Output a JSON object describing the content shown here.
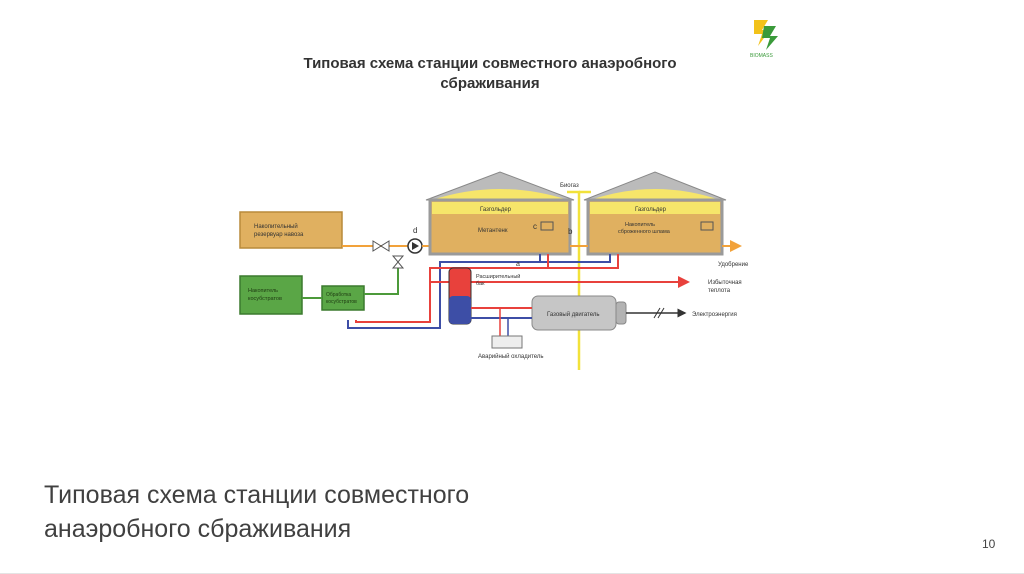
{
  "slide": {
    "diagram_title_line1": "Типовая схема станции совместного анаэробного",
    "diagram_title_line2": "сбраживания",
    "caption_line1": "Типовая схема станции совместного",
    "caption_line2": "анаэробного сбраживания",
    "page_number": "10"
  },
  "logo": {
    "caption": "BIOMASS"
  },
  "diagram": {
    "labels": {
      "manure_reservoir_1": "Накопительный",
      "manure_reservoir_2": "резервуар навоза",
      "cosubstrate_storage_1": "Накопитель",
      "cosubstrate_storage_2": "косубстратов",
      "cosubstrate_treatment_1": "Обработка",
      "cosubstrate_treatment_2": "косубстратов",
      "gasholder_left": "Газгольдер",
      "gasholder_right": "Газгольдер",
      "methane_tank": "Метантенк",
      "sludge_storage_1": "Накопитель",
      "sludge_storage_2": "сброженного шлама",
      "biogas": "Биогаз",
      "expansion_tank_1": "Расширительный",
      "expansion_tank_2": "бак",
      "gas_engine": "Газовый двигатель",
      "emergency_cooler": "Аварийный охладитель",
      "fertilizer": "Удобрение",
      "excess_heat_1": "Избыточная",
      "excess_heat_2": "теплота",
      "electricity": "Электроэнергия",
      "mark_a": "a",
      "mark_b": "b",
      "mark_c": "c",
      "mark_d": "d"
    }
  },
  "colors": {
    "yellow_line": "#f2e23a",
    "orange_line": "#f2a23a",
    "red_line": "#e8413c",
    "blue_line": "#3d4ea6",
    "green_line": "#4c9a3a",
    "tank_fill": "#e0b060",
    "gas_fill": "#f6e56a",
    "green_box": "#5aa646"
  }
}
